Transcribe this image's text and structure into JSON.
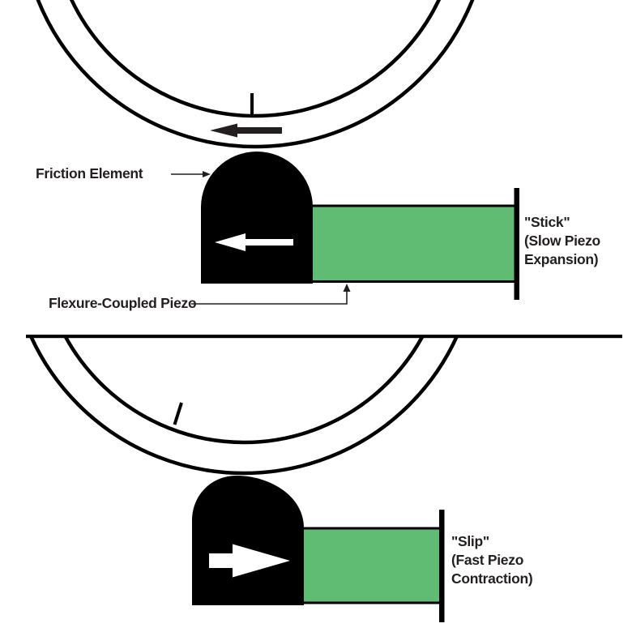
{
  "title": "Stick-Slip Piezo Actuation Diagram",
  "colors": {
    "piezo_green": "#61bc73",
    "ink": "#231f20",
    "black": "#000000"
  },
  "panels": [
    {
      "name": "stick",
      "labels": {
        "friction_element": "Friction Element",
        "flexure_coupled_piezo": "Flexure-Coupled Piezo",
        "state_line1": "\"Stick\"",
        "state_line2": "(Slow Piezo",
        "state_line3": "Expansion)"
      },
      "ring_motion_direction": "left",
      "piezo_arrow_direction": "left"
    },
    {
      "name": "slip",
      "labels": {
        "state_line1": "\"Slip\"",
        "state_line2": "(Fast Piezo",
        "state_line3": "Contraction)"
      },
      "piezo_arrow_direction": "right"
    }
  ]
}
